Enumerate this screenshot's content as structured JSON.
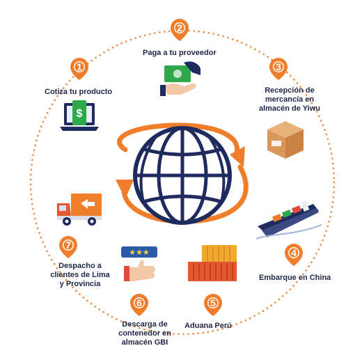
{
  "steps": [
    {
      "number": "1",
      "label": "Cotiza tu producto"
    },
    {
      "number": "2",
      "label": "Paga a tu proveedor"
    },
    {
      "number": "3",
      "label": "Recepción de mercancía en almacén de Yiwu"
    },
    {
      "number": "4",
      "label": "Embarque en China"
    },
    {
      "number": "5",
      "label": "Aduana Perú"
    },
    {
      "number": "6",
      "label": "Descarga de contenedor en almacén GBI"
    },
    {
      "number": "7",
      "label": "Despacho a clientes de Lima y Provincia"
    }
  ],
  "colors": {
    "accent": "#f07d2a",
    "navy": "#1f2a5e",
    "green": "#2ea84a",
    "text": "#1f2747"
  },
  "icons": {
    "step1": "laptop-dollar-icon",
    "step2": "hand-money-icon",
    "step3": "cardboard-box-icon",
    "step4": "cargo-ship-icon",
    "step5": "shipping-containers-icon",
    "step6": "thumbs-up-rating-icon",
    "step7": "delivery-truck-icon",
    "center": "globe-icon"
  }
}
